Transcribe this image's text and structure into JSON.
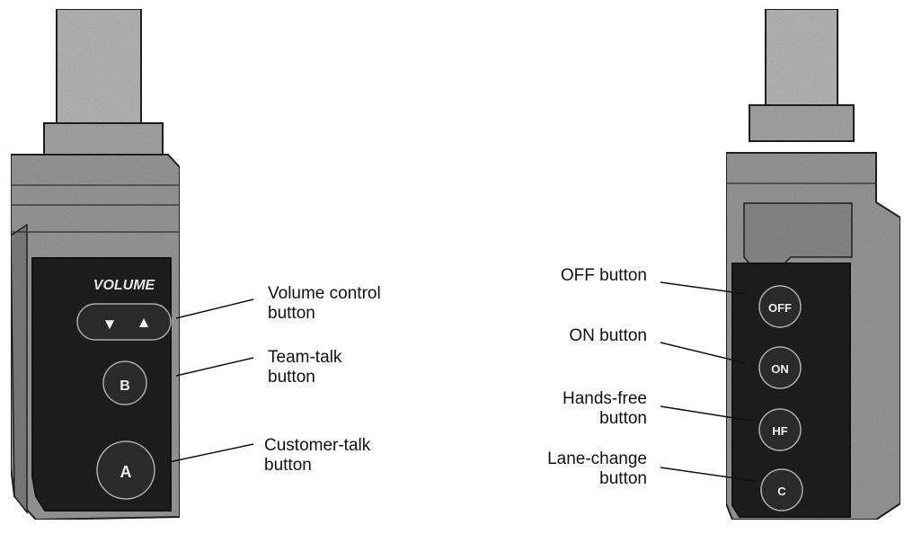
{
  "left_unit": {
    "volume_label": "VOLUME",
    "volume_down_glyph": "▼",
    "volume_up_glyph": "▲",
    "button_b": "B",
    "button_a": "A",
    "callouts": {
      "volume": "Volume control\nbutton",
      "team_talk": "Team-talk\nbutton",
      "customer_talk": "Customer-talk\nbutton"
    }
  },
  "right_unit": {
    "button_off": "OFF",
    "button_on": "ON",
    "button_hf": "HF",
    "button_c": "C",
    "callouts": {
      "off": "OFF button",
      "on": "ON button",
      "hands_free": "Hands-free\nbutton",
      "lane_change": "Lane-change\nbutton"
    }
  }
}
